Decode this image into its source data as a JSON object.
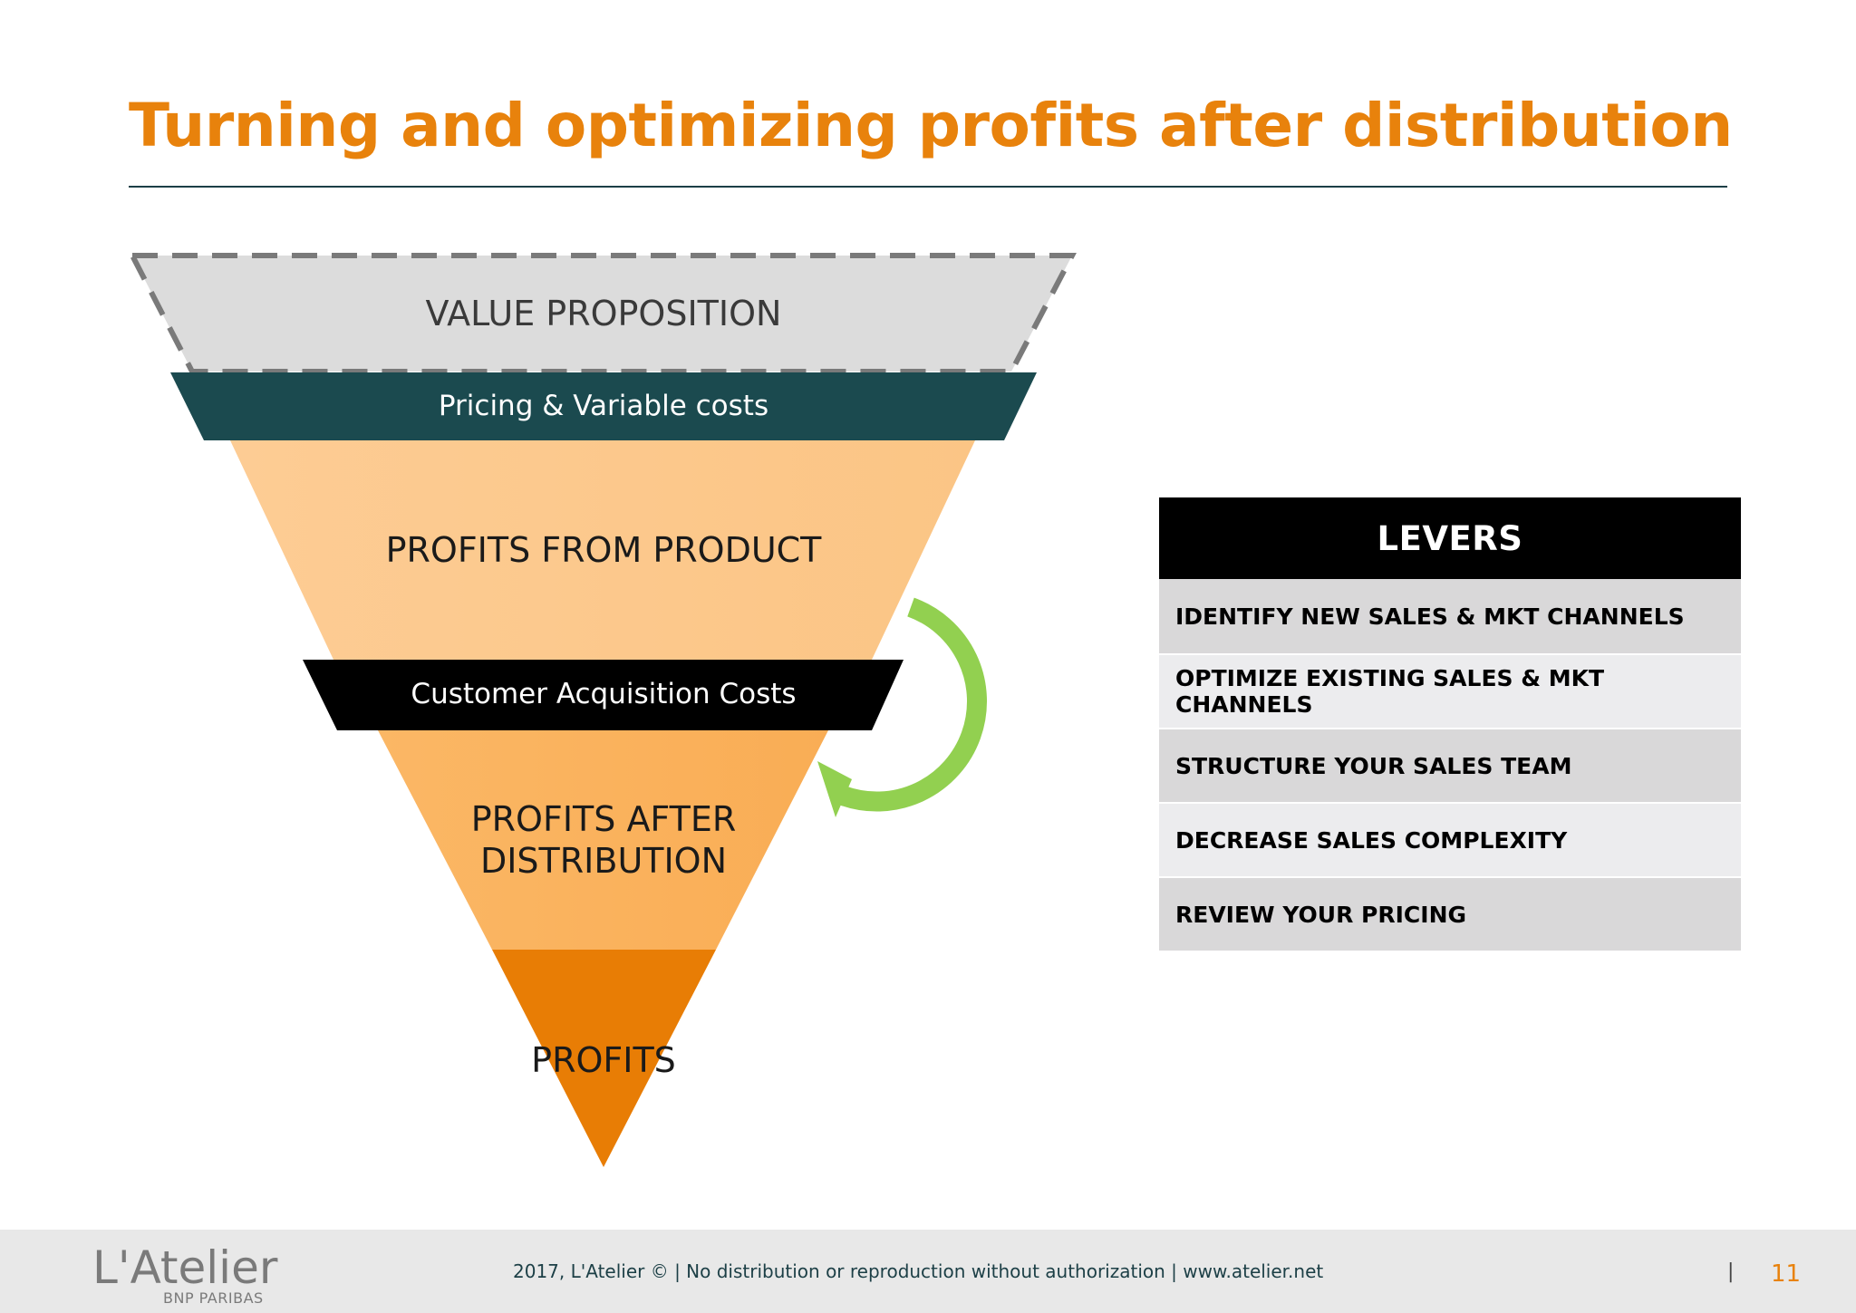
{
  "title": "Turning and optimizing profits after distribution",
  "funnel": {
    "value_proposition": "VALUE PROPOSITION",
    "pricing": "Pricing & Variable costs",
    "profits_from_product": "PROFITS FROM PRODUCT",
    "customer_acquisition": "Customer Acquisition Costs",
    "profits_after_line1": "PROFITS AFTER",
    "profits_after_line2": "DISTRIBUTION",
    "profits": "PROFITS"
  },
  "levers": {
    "heading": "LEVERS",
    "items": [
      "IDENTIFY NEW SALES & MKT CHANNELS",
      "OPTIMIZE EXISTING SALES & MKT CHANNELS",
      "STRUCTURE YOUR SALES TEAM",
      "DECREASE SALES COMPLEXITY",
      "REVIEW YOUR PRICING"
    ]
  },
  "footer": {
    "logo_main": "L'Atelier",
    "logo_sub": "BNP PARIBAS",
    "note": "2017, L'Atelier © | No distribution or reproduction without authorization | www.atelier.net",
    "separator": "|",
    "page_number": "11"
  },
  "colors": {
    "accent": "#e8820c",
    "dark_teal": "#1b4a4f",
    "light_orange": "#fdc98e",
    "mid_orange": "#fbb25c",
    "deep_orange": "#e87d05",
    "arrow_green": "#92d050"
  }
}
